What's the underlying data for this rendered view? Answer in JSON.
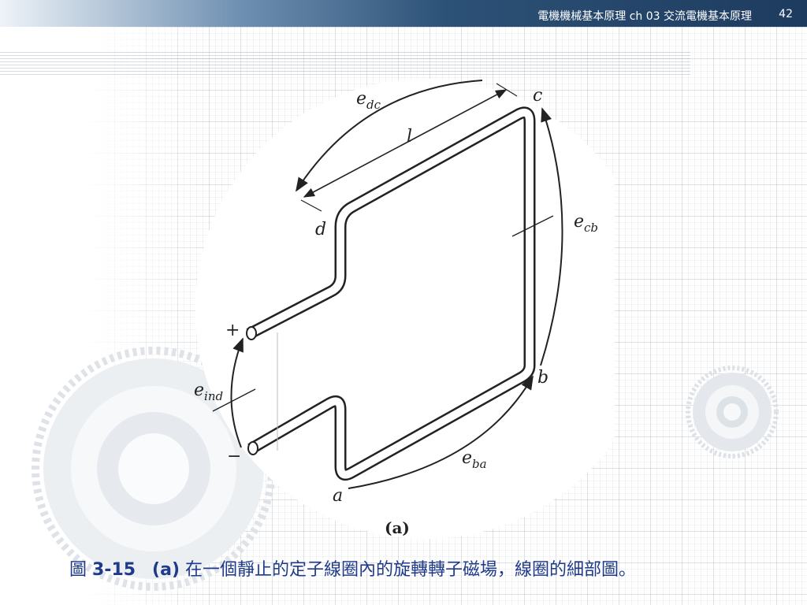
{
  "header": {
    "title": "電機機械基本原理 ch 03  交流電機基本原理",
    "page_number": "42"
  },
  "figure": {
    "labels": {
      "edc_main": "e",
      "edc_sub": "dc",
      "l": "l",
      "c": "c",
      "d": "d",
      "ecb_main": "e",
      "ecb_sub": "cb",
      "plus": "+",
      "eind_main": "e",
      "eind_sub": "ind",
      "b": "b",
      "minus": "−",
      "eba_main": "e",
      "eba_sub": "ba",
      "a": "a",
      "panel": "(a)"
    }
  },
  "caption": {
    "prefix": "圖 ",
    "number": "3-15",
    "part": "(a)",
    "text": " 在一個靜止的定子線圈內的旋轉轉子磁場，線圈的細部圖。"
  },
  "colors": {
    "header_dark": "#1d3b5e",
    "caption_blue": "#1f3a8a",
    "ink": "#222222"
  }
}
